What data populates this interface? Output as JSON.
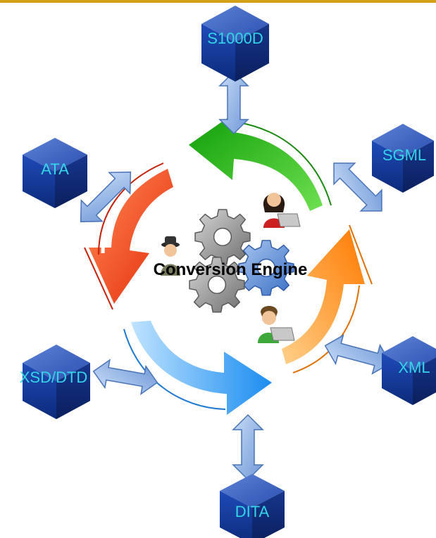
{
  "colors": {
    "top_bar": "#d4a017",
    "cube_label": "#33d6e6",
    "cube_front": "#0d2f8a",
    "arrow_green": "#22bb11",
    "arrow_orange_red": "#f04a14",
    "arrow_blue": "#3399ee",
    "arrow_orange": "#ff8a00",
    "connector": "#8fb2e6"
  },
  "center": {
    "label": "Conversion Engine"
  },
  "nodes": {
    "s1000d": "S1000D",
    "sgml": "SGML",
    "ata": "ATA",
    "xml": "XML",
    "xsd_dtd": "XSD/DTD",
    "dita": "DITA"
  },
  "icons": [
    "gear-icon",
    "person-icon",
    "laptop-icon",
    "cube-icon",
    "double-arrow-icon",
    "curved-arrow-icon"
  ]
}
